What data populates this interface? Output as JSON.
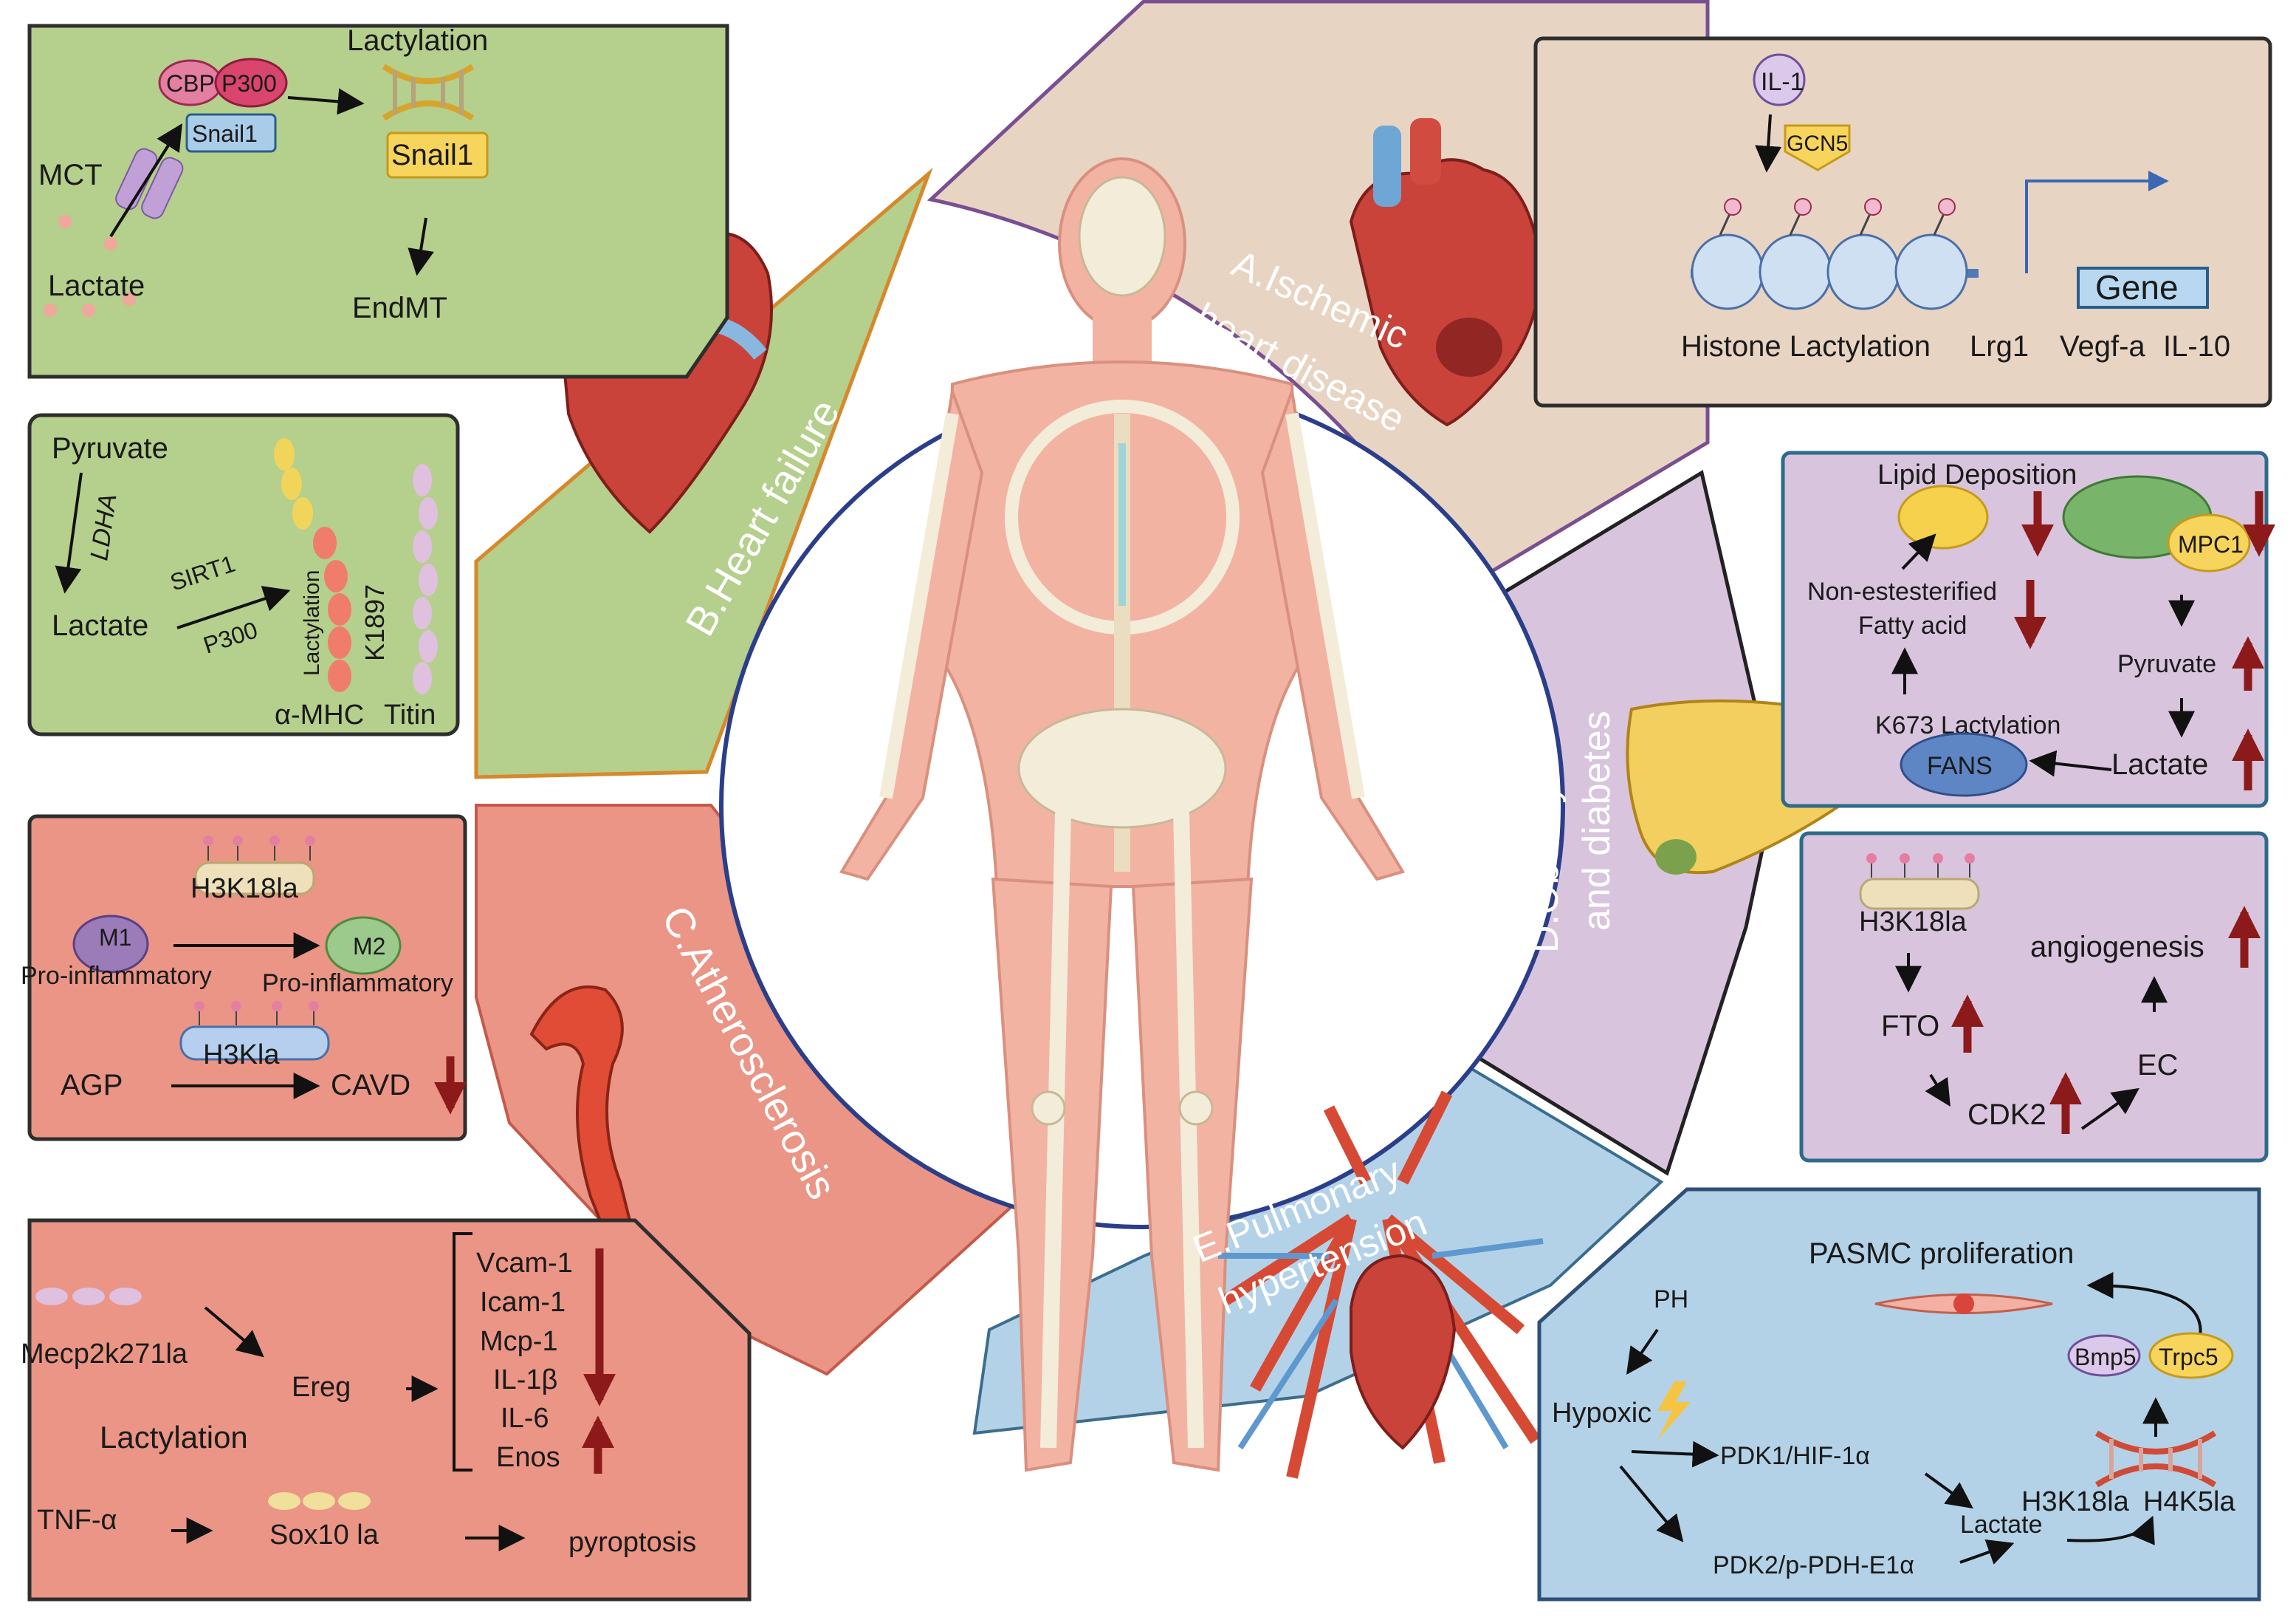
{
  "sectors": {
    "a": "A.Ischemic",
    "a2": "heart disease",
    "b": "B.Heart failure",
    "c": "C.Atherosclerosis",
    "d": "D.Obesity",
    "d2": "and diabetes",
    "e": "E.Pulmonary",
    "e2": "hypertension"
  },
  "panel_b1": {
    "lactylation": "Lactylation",
    "cbp": "CBP",
    "p300": "P300",
    "snail1_small": "Snail1",
    "snail1_big": "Snail1",
    "mct": "MCT",
    "lactate": "Lactate",
    "endmt": "EndMT"
  },
  "panel_b2": {
    "pyruvate": "Pyruvate",
    "ldha": "LDHA",
    "lactate": "Lactate",
    "sirt1": "SIRT1",
    "p300": "P300",
    "lactylation": "Lactylation",
    "k1897": "K1897",
    "amhc": "α-MHC",
    "titin": "Titin"
  },
  "panel_c1": {
    "h3k18la": "H3K18la",
    "m1": "M1",
    "m1_desc": "Pro-inflammatory",
    "m2": "M2",
    "m2_desc": "Pro-inflammatory",
    "h3kla": "H3Kla",
    "agp": "AGP",
    "cavd": "CAVD"
  },
  "panel_c2": {
    "mecp2": "Mecp2k271la",
    "ereg": "Ereg",
    "lactylation": "Lactylation",
    "genes": [
      "Vcam-1",
      "Icam-1",
      "Mcp-1",
      "IL-1β",
      "IL-6",
      "Enos"
    ],
    "tnf": "TNF-α",
    "sox10": "Sox10 la",
    "pyroptosis": "pyroptosis"
  },
  "panel_a": {
    "il1": "IL-1",
    "gcn5": "GCN5",
    "gene": "Gene",
    "histone": "Histone Lactylation",
    "lrg1": "Lrg1",
    "vegfa": "Vegf-a",
    "il10": "IL-10"
  },
  "panel_d1": {
    "lipid": "Lipid Deposition",
    "mpc1": "MPC1",
    "nefa1": "Non-estesterified",
    "nefa2": "Fatty acid",
    "pyruvate": "Pyruvate",
    "k673": "K673 Lactylation",
    "fans": "FANS",
    "lactate": "Lactate"
  },
  "panel_d2": {
    "h3k18la": "H3K18la",
    "angiogenesis": "angiogenesis",
    "fto": "FTO",
    "ec": "EC",
    "cdk2": "CDK2"
  },
  "panel_e": {
    "pasmc": "PASMC proliferation",
    "ph": "PH",
    "bmp5": "Bmp5",
    "trpc5": "Trpc5",
    "hypoxic": "Hypoxic",
    "pdk1": "PDK1/HIF-1α",
    "lactate": "Lactate",
    "h3k18la": "H3K18la",
    "h4k5la": "H4K5la",
    "pdk2": "PDK2/p-PDH-E1α"
  },
  "colors": {
    "green_panel": "#b5cf8c",
    "ischemic_panel": "#e8d4c3",
    "purple_panel": "#d9c4dd",
    "red_panel": "#ea9585",
    "blue_panel": "#b4d2e7",
    "up_down_arrow": "#8c1a1a"
  }
}
